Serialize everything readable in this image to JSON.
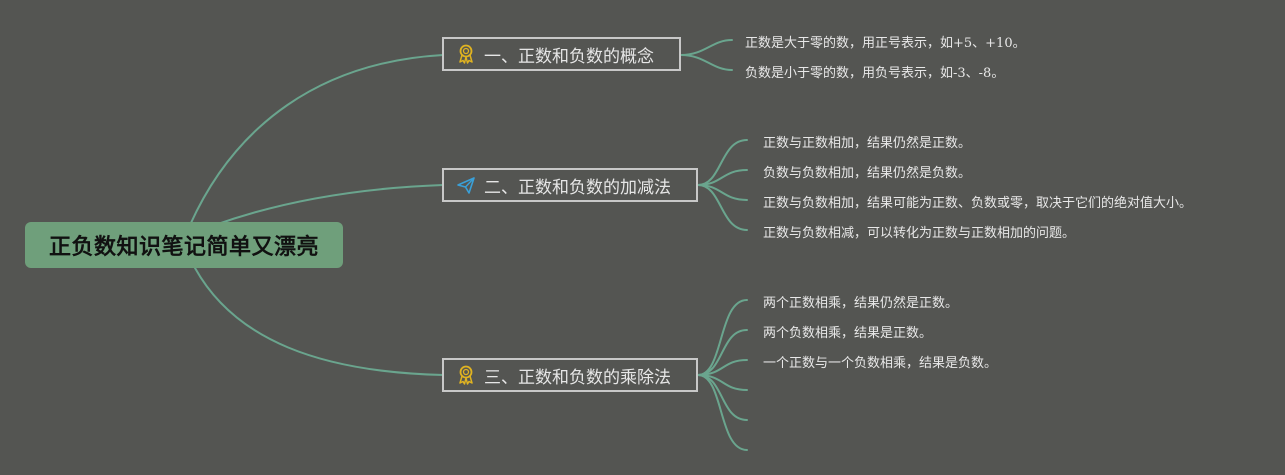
{
  "root": {
    "title": "正负数知识笔记简单又漂亮"
  },
  "colors": {
    "background": "#545552",
    "root_fill": "#6f9f7b",
    "connector": "#6aa58e",
    "branch_border": "#c8c8c8"
  },
  "branches": [
    {
      "label": "一、正数和负数的概念",
      "icon": "award-medal-icon",
      "leaves": [
        "正数是大于零的数，用正号表示，如+5、+10。",
        "负数是小于零的数，用负号表示，如-3、-8。"
      ]
    },
    {
      "label": "二、正数和负数的加减法",
      "icon": "paper-plane-icon",
      "leaves": [
        "正数与正数相加，结果仍然是正数。",
        "负数与负数相加，结果仍然是负数。",
        "正数与负数相加，结果可能为正数、负数或零，取决于它们的绝对值大小。",
        "正数与负数相减，可以转化为正数与正数相加的问题。"
      ]
    },
    {
      "label": "三、正数和负数的乘除法",
      "icon": "award-medal-icon",
      "leaves": [
        "两个正数相乘，结果仍然是正数。",
        "两个负数相乘，结果是正数。",
        "一个正数与一个负数相乘，结果是负数。",
        "",
        "",
        ""
      ]
    }
  ]
}
